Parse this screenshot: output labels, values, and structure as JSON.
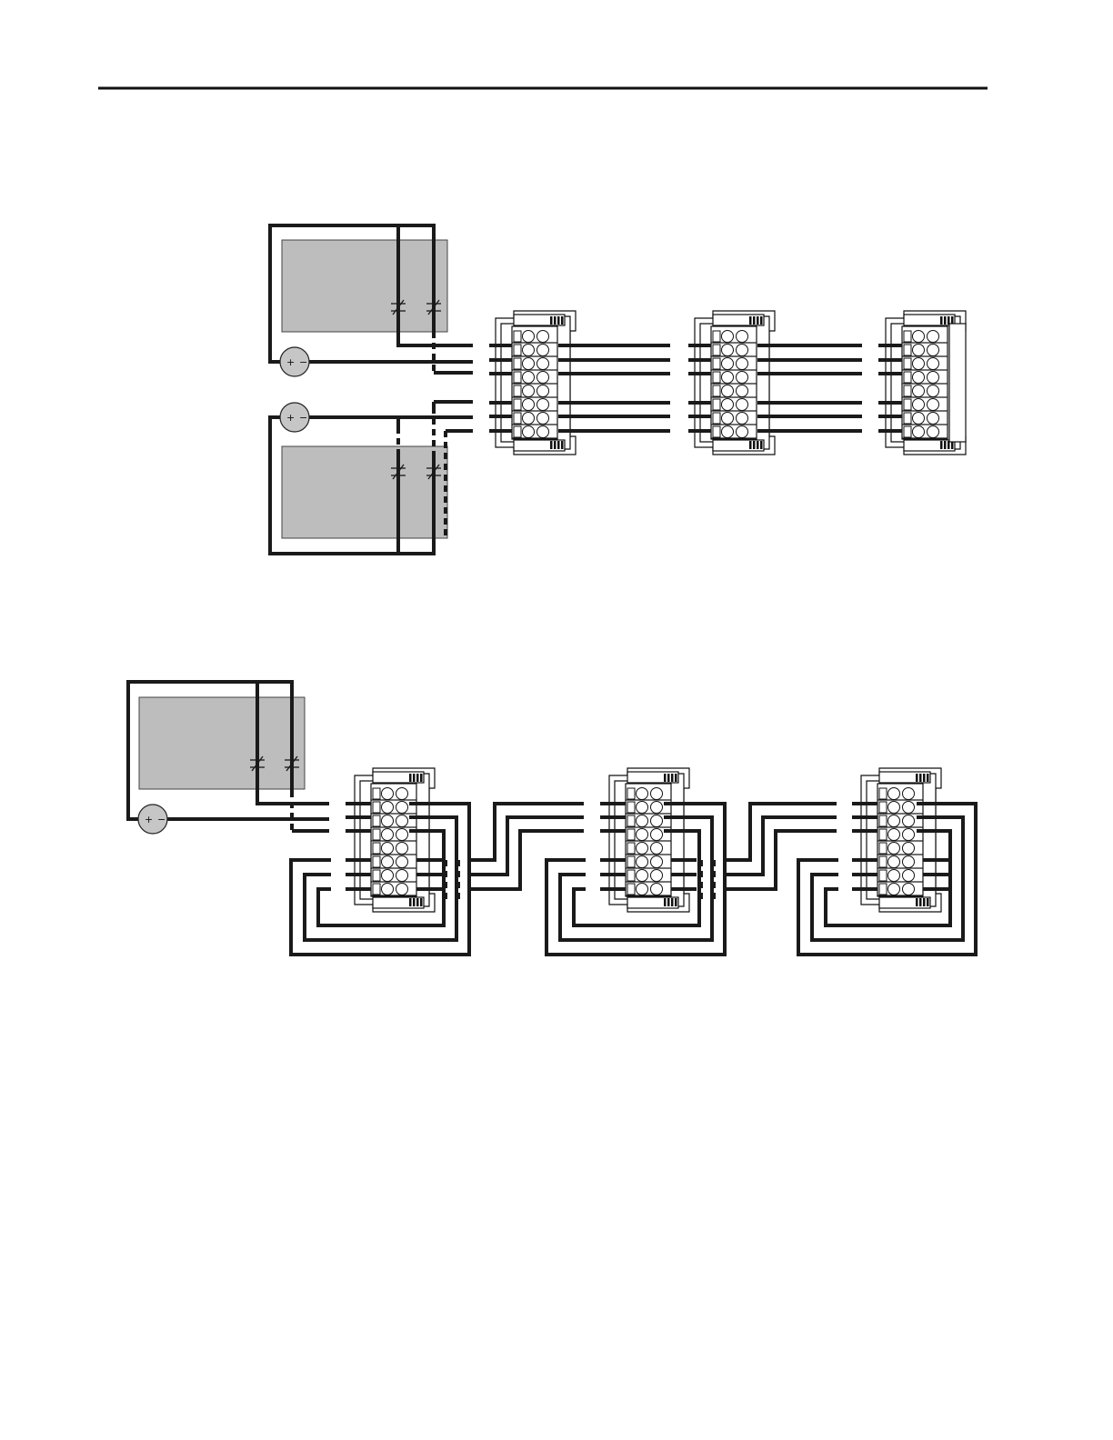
{
  "diagrams": [
    {
      "id": "parallel-wiring",
      "power_supplies": [
        {
          "id": "psu-top",
          "plus": "+",
          "minus": "−"
        },
        {
          "id": "psu-bottom",
          "plus": "+",
          "minus": "−"
        }
      ],
      "relays": 2,
      "connector_count": 3
    },
    {
      "id": "daisy-chain-wiring",
      "power_supplies": [
        {
          "id": "psu-main",
          "plus": "+",
          "minus": "−"
        }
      ],
      "relays": 1,
      "connector_count": 3
    }
  ]
}
